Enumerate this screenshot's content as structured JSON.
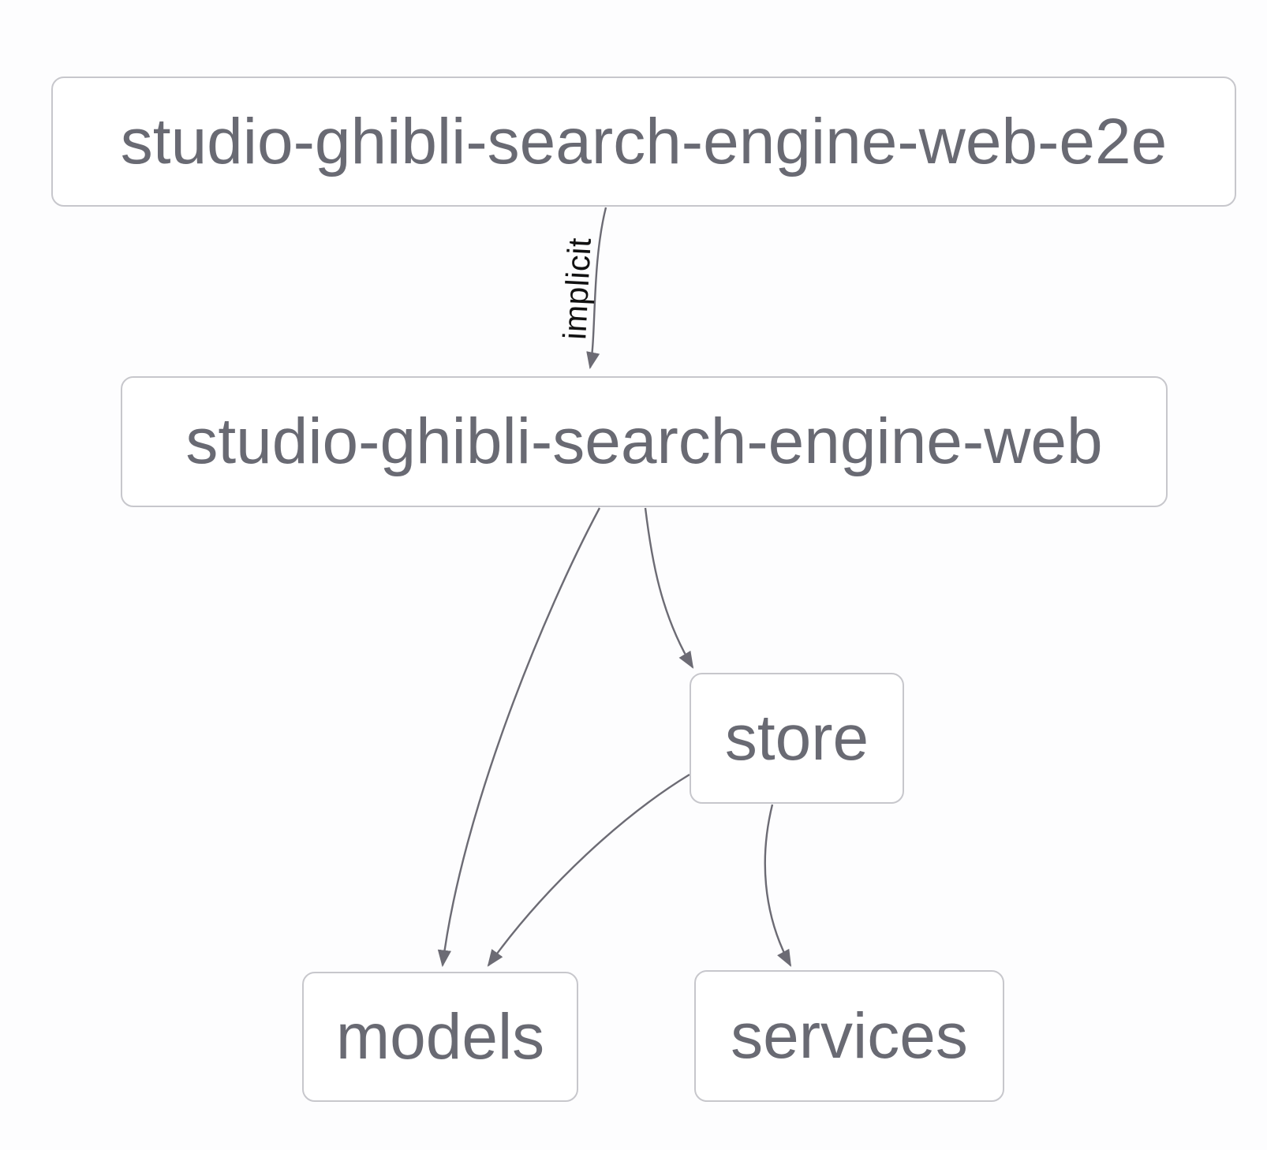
{
  "diagram": {
    "kind": "project-dependency-graph",
    "colors": {
      "background": "#fdfdfe",
      "node_fill": "#ffffff",
      "node_border": "#c7c7cc",
      "node_text": "#696a73",
      "edge_stroke": "#6c6b74",
      "edge_label_text": "#111111"
    },
    "nodes": {
      "e2e": {
        "label": "studio-ghibli-search-engine-web-e2e"
      },
      "web": {
        "label": "studio-ghibli-search-engine-web"
      },
      "store": {
        "label": "store"
      },
      "models": {
        "label": "models"
      },
      "services": {
        "label": "services"
      }
    },
    "edges": [
      {
        "from": "studio-ghibli-search-engine-web-e2e",
        "to": "studio-ghibli-search-engine-web",
        "label": "implicit"
      },
      {
        "from": "studio-ghibli-search-engine-web",
        "to": "models",
        "label": ""
      },
      {
        "from": "studio-ghibli-search-engine-web",
        "to": "store",
        "label": ""
      },
      {
        "from": "store",
        "to": "models",
        "label": ""
      },
      {
        "from": "store",
        "to": "services",
        "label": ""
      }
    ]
  }
}
